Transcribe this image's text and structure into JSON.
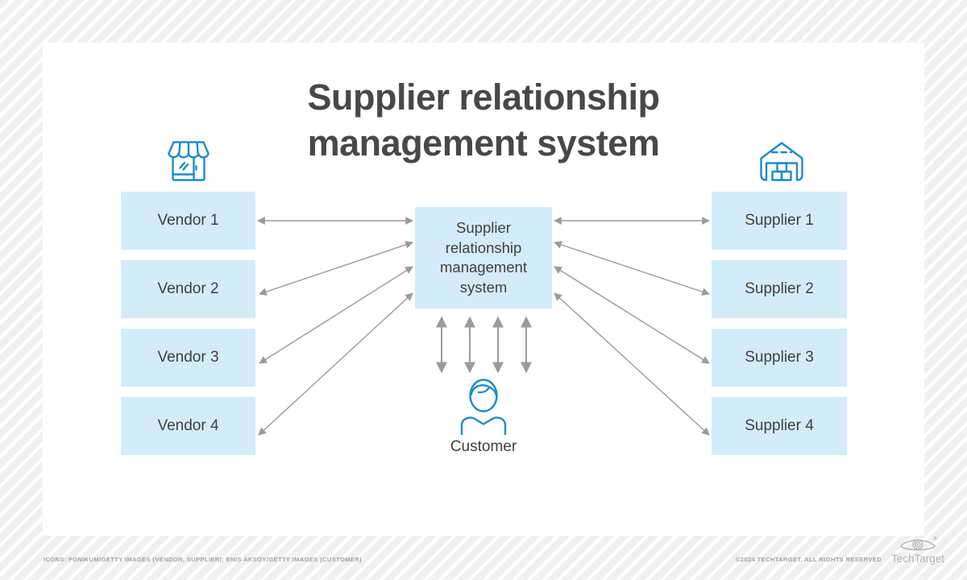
{
  "title": {
    "line1": "Supplier relationship",
    "line2": "management system"
  },
  "diagram": {
    "center_box": {
      "label": "Supplier relationship management system"
    },
    "vendors": [
      {
        "label": "Vendor 1"
      },
      {
        "label": "Vendor 2"
      },
      {
        "label": "Vendor 3"
      },
      {
        "label": "Vendor 4"
      }
    ],
    "suppliers": [
      {
        "label": "Supplier 1"
      },
      {
        "label": "Supplier 2"
      },
      {
        "label": "Supplier 3"
      },
      {
        "label": "Supplier 4"
      }
    ],
    "customer": {
      "label": "Customer"
    },
    "icons": {
      "vendor": "storefront-icon",
      "supplier": "warehouse-icon",
      "customer": "person-icon",
      "brand": "techtarget-eye-icon"
    },
    "connections": [
      {
        "from": "Vendor 1",
        "to": "Supplier relationship management system",
        "bidirectional": true
      },
      {
        "from": "Vendor 2",
        "to": "Supplier relationship management system",
        "bidirectional": true
      },
      {
        "from": "Vendor 3",
        "to": "Supplier relationship management system",
        "bidirectional": true
      },
      {
        "from": "Vendor 4",
        "to": "Supplier relationship management system",
        "bidirectional": true
      },
      {
        "from": "Supplier relationship management system",
        "to": "Supplier 1",
        "bidirectional": true
      },
      {
        "from": "Supplier relationship management system",
        "to": "Supplier 2",
        "bidirectional": true
      },
      {
        "from": "Supplier relationship management system",
        "to": "Supplier 3",
        "bidirectional": true
      },
      {
        "from": "Supplier relationship management system",
        "to": "Supplier 4",
        "bidirectional": true
      },
      {
        "from": "Supplier relationship management system",
        "to": "Customer",
        "bidirectional": true,
        "arrow_count": 4
      }
    ]
  },
  "footer": {
    "credits": "ICONS: FONIKUM/GETTY IMAGES (VENDOR, SUPPLIER); ENIS AKSOY/GETTY IMAGES (CUSTOMER)",
    "copyright": "©2024 TECHTARGET. ALL RIGHTS RESERVED",
    "brand": "TechTarget"
  },
  "colors": {
    "node_fill": "#d3ecf8",
    "icon_blue": "#1e8bca",
    "arrow_gray": "#9b9b9b",
    "title_text": "#48484a",
    "node_text": "#3f4043",
    "footer_text": "#a2a2a4",
    "brand_gray": "#b4b4b4"
  }
}
